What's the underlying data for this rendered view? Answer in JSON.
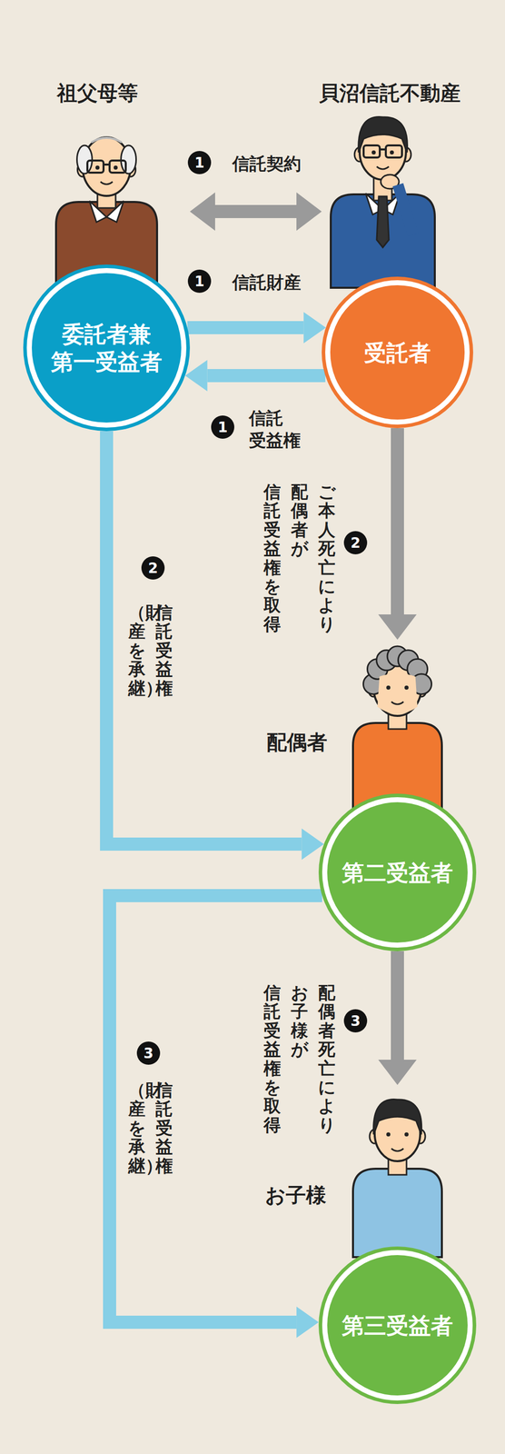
{
  "diagram": {
    "nodes": [
      {
        "text": [
          "委託者兼 第一受益者"
        ]
      },
      {
        "text": [
          "受託者"
        ]
      },
      {
        "text": [
          "第二受益者"
        ]
      },
      {
        "text": [
          "第三受益者"
        ]
      }
    ],
    "edges": [
      {
        "from": 0,
        "to": 1,
        "arrow": "both",
        "label": "信託契約"
      },
      {
        "from": 0,
        "to": 1,
        "arrow": "to",
        "label": "信託財産"
      },
      {
        "from": 1,
        "to": 0,
        "arrow": "to",
        "label": "信託 受益権"
      },
      {
        "from": 1,
        "to": 2,
        "arrow": "to",
        "label": "ご本人死亡により 配偶者が 信託受益権を取得"
      },
      {
        "from": 0,
        "to": 2,
        "arrow": "to",
        "label": "信託受益権 （財産を承継）"
      },
      {
        "from": 2,
        "to": 3,
        "arrow": "to",
        "label": "配偶者死亡により お子様が 信託受益権を取得"
      },
      {
        "from": 2,
        "to": 3,
        "arrow": "to",
        "label": "信託受益権 （財産を承継）"
      }
    ],
    "labels": [
      "祖父母等",
      "貝沼信託不動産",
      "1",
      "1",
      "1",
      "2",
      "2",
      "配偶者",
      "3",
      "3",
      "お子様"
    ]
  }
}
